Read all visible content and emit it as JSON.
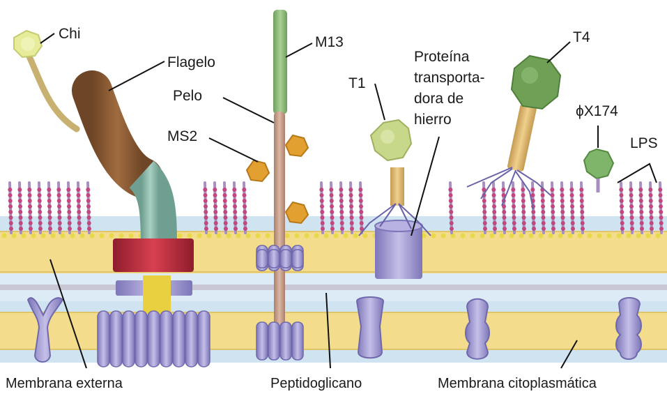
{
  "labels": {
    "chi": "Chi",
    "flagelo": "Flagelo",
    "m13": "M13",
    "pelo": "Pelo",
    "ms2": "MS2",
    "t1": "T1",
    "proteina_line1": "Proteína",
    "proteina_line2": "transporta-",
    "proteina_line3": "dora de",
    "proteina_line4": "hierro",
    "t4": "T4",
    "phix174": "ϕX174",
    "lps": "LPS",
    "membrana_externa": "Membrana externa",
    "peptidoglicano": "Peptidoglicano",
    "membrana_citoplasmatica": "Membrana citoplasmática"
  },
  "colors": {
    "lipid_yellow": "#f3dc8c",
    "membrane_blue": "#cfe3f0",
    "lps_pink": "#c2477e",
    "lps_stem": "#a98fc0",
    "protein_lavender": "#9d96cf",
    "flagellum_brown": "#8a5a32",
    "flagellum_teal": "#8ab8a8",
    "ring_red": "#b8283a",
    "m13_green": "#8fbc7a",
    "pilus_tan": "#c9a08a",
    "ms2_orange": "#e2a030",
    "t1_head": "#c7d88a",
    "t4_head": "#6fa055",
    "phix_head": "#7fb56a",
    "chi_head": "#e6ec9a"
  }
}
